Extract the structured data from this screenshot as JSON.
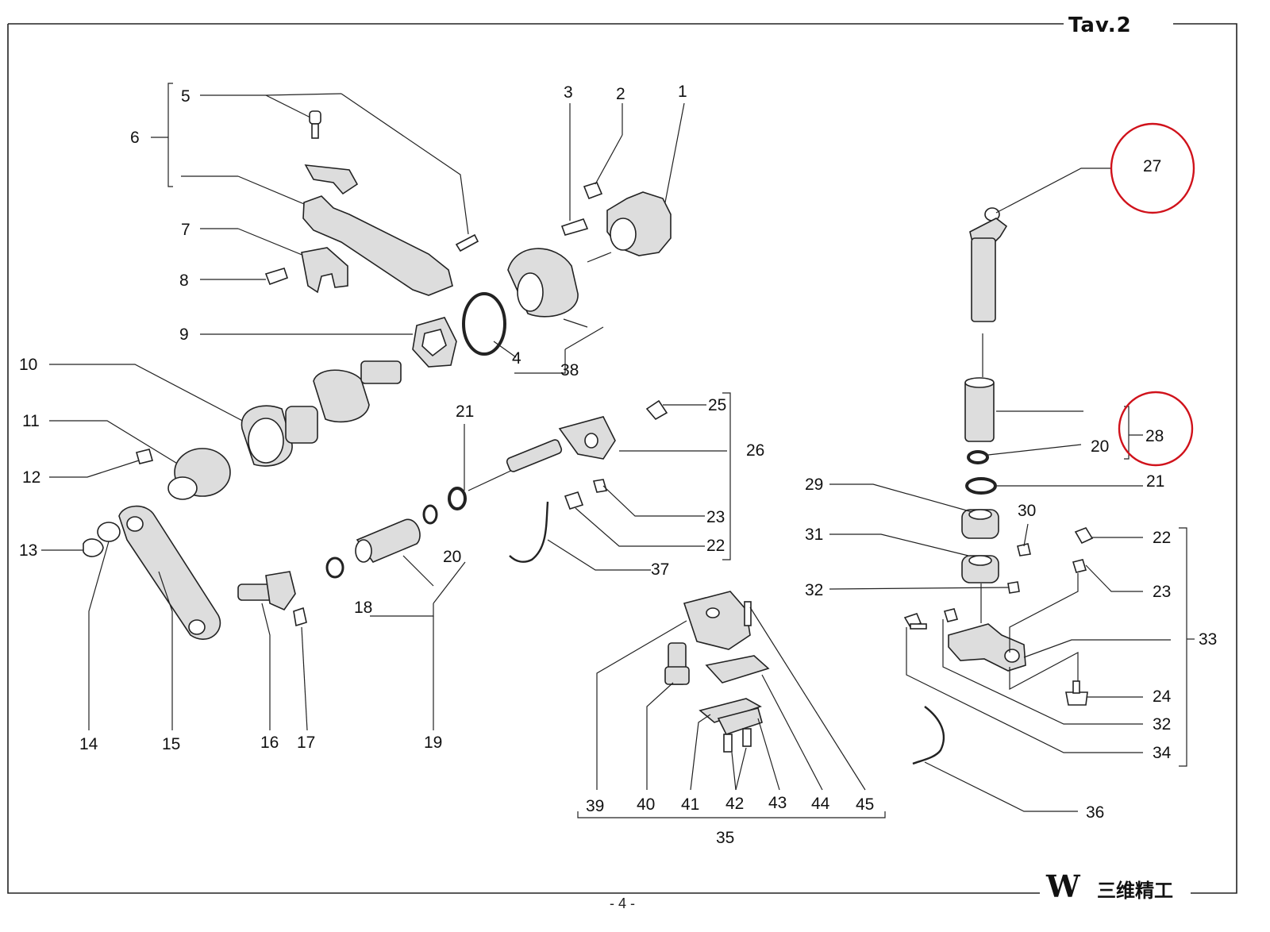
{
  "header": {
    "title": "Tav.2"
  },
  "footer": {
    "page_number": "- 4 -",
    "brand_logo": "W",
    "brand_name": "三维精工"
  },
  "diagram": {
    "labels": [
      "1",
      "2",
      "3",
      "4",
      "5",
      "6",
      "7",
      "8",
      "9",
      "10",
      "11",
      "12",
      "13",
      "14",
      "15",
      "16",
      "17",
      "18",
      "19",
      "20",
      "21",
      "25",
      "26",
      "23",
      "22",
      "37",
      "38",
      "39",
      "40",
      "41",
      "42",
      "43",
      "44",
      "45",
      "35",
      "27",
      "28",
      "20",
      "21",
      "29",
      "30",
      "31",
      "32",
      "22",
      "23",
      "33",
      "24",
      "32",
      "34",
      "36"
    ],
    "highlighted_labels": [
      "27",
      "28"
    ],
    "colors": {
      "highlight": "#d0121b",
      "ink": "#222222"
    }
  }
}
